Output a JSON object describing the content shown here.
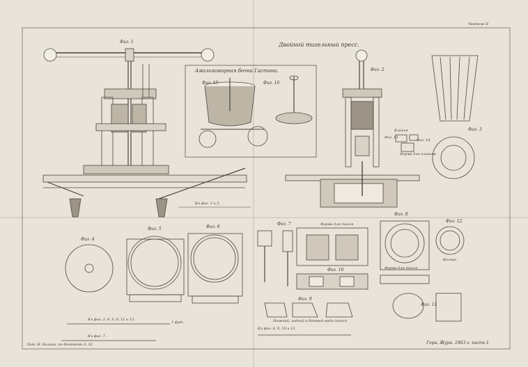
{
  "sheet": {
    "corner_label": "Чертеж II",
    "title": "Двойной тигельный пресс.",
    "inset_title": "Амальгамирная бочка Гастона.",
    "footer_right": "Горн. Журн. 1863 г. часть I.",
    "footer_left": "Лит. Н. Кольца, по Фонтанке д. 32",
    "colors": {
      "paper": "#e9e4da",
      "ink": "#4a453d",
      "fold": "#d8d1c3"
    }
  },
  "figures": {
    "fig1": "Фиг. 1",
    "fig2": "Фиг. 2",
    "fig3": "Фиг. 3",
    "fig4": "Фиг. 4",
    "fig5": "Фиг. 5",
    "fig6": "Фиг. 6",
    "fig7": "Фиг. 7",
    "fig8": "Фиг. 8",
    "fig9": "Фиг. 9",
    "fig10": "Фиг. 10",
    "fig11": "Фиг. 11",
    "fig12": "Фиг. 12",
    "fig13": "Фиг. 13",
    "fig14": "Фиг. 14",
    "fig15": "Фиг. 15",
    "fig16": "Фиг. 16"
  },
  "captions": {
    "mold_plan": "Форма для тигля",
    "mold_section": "Форма для тигля",
    "clamp": "Кольцо",
    "small_a": "Клинья",
    "small_b": "Форма для клиньев",
    "bottom_row": "Нижний, задний и боковой виды тигля"
  },
  "scales": {
    "top": "Къ фиг. 1 и 2.",
    "bottom_left_a": "Къ фиг. 3, 4, 5, 6, 11 и 13.",
    "bottom_left_b": "Къ фиг. 7.",
    "bottom_mid": "Къ фиг. 8, 9, 10 и 12.",
    "unit": "1 фут."
  }
}
